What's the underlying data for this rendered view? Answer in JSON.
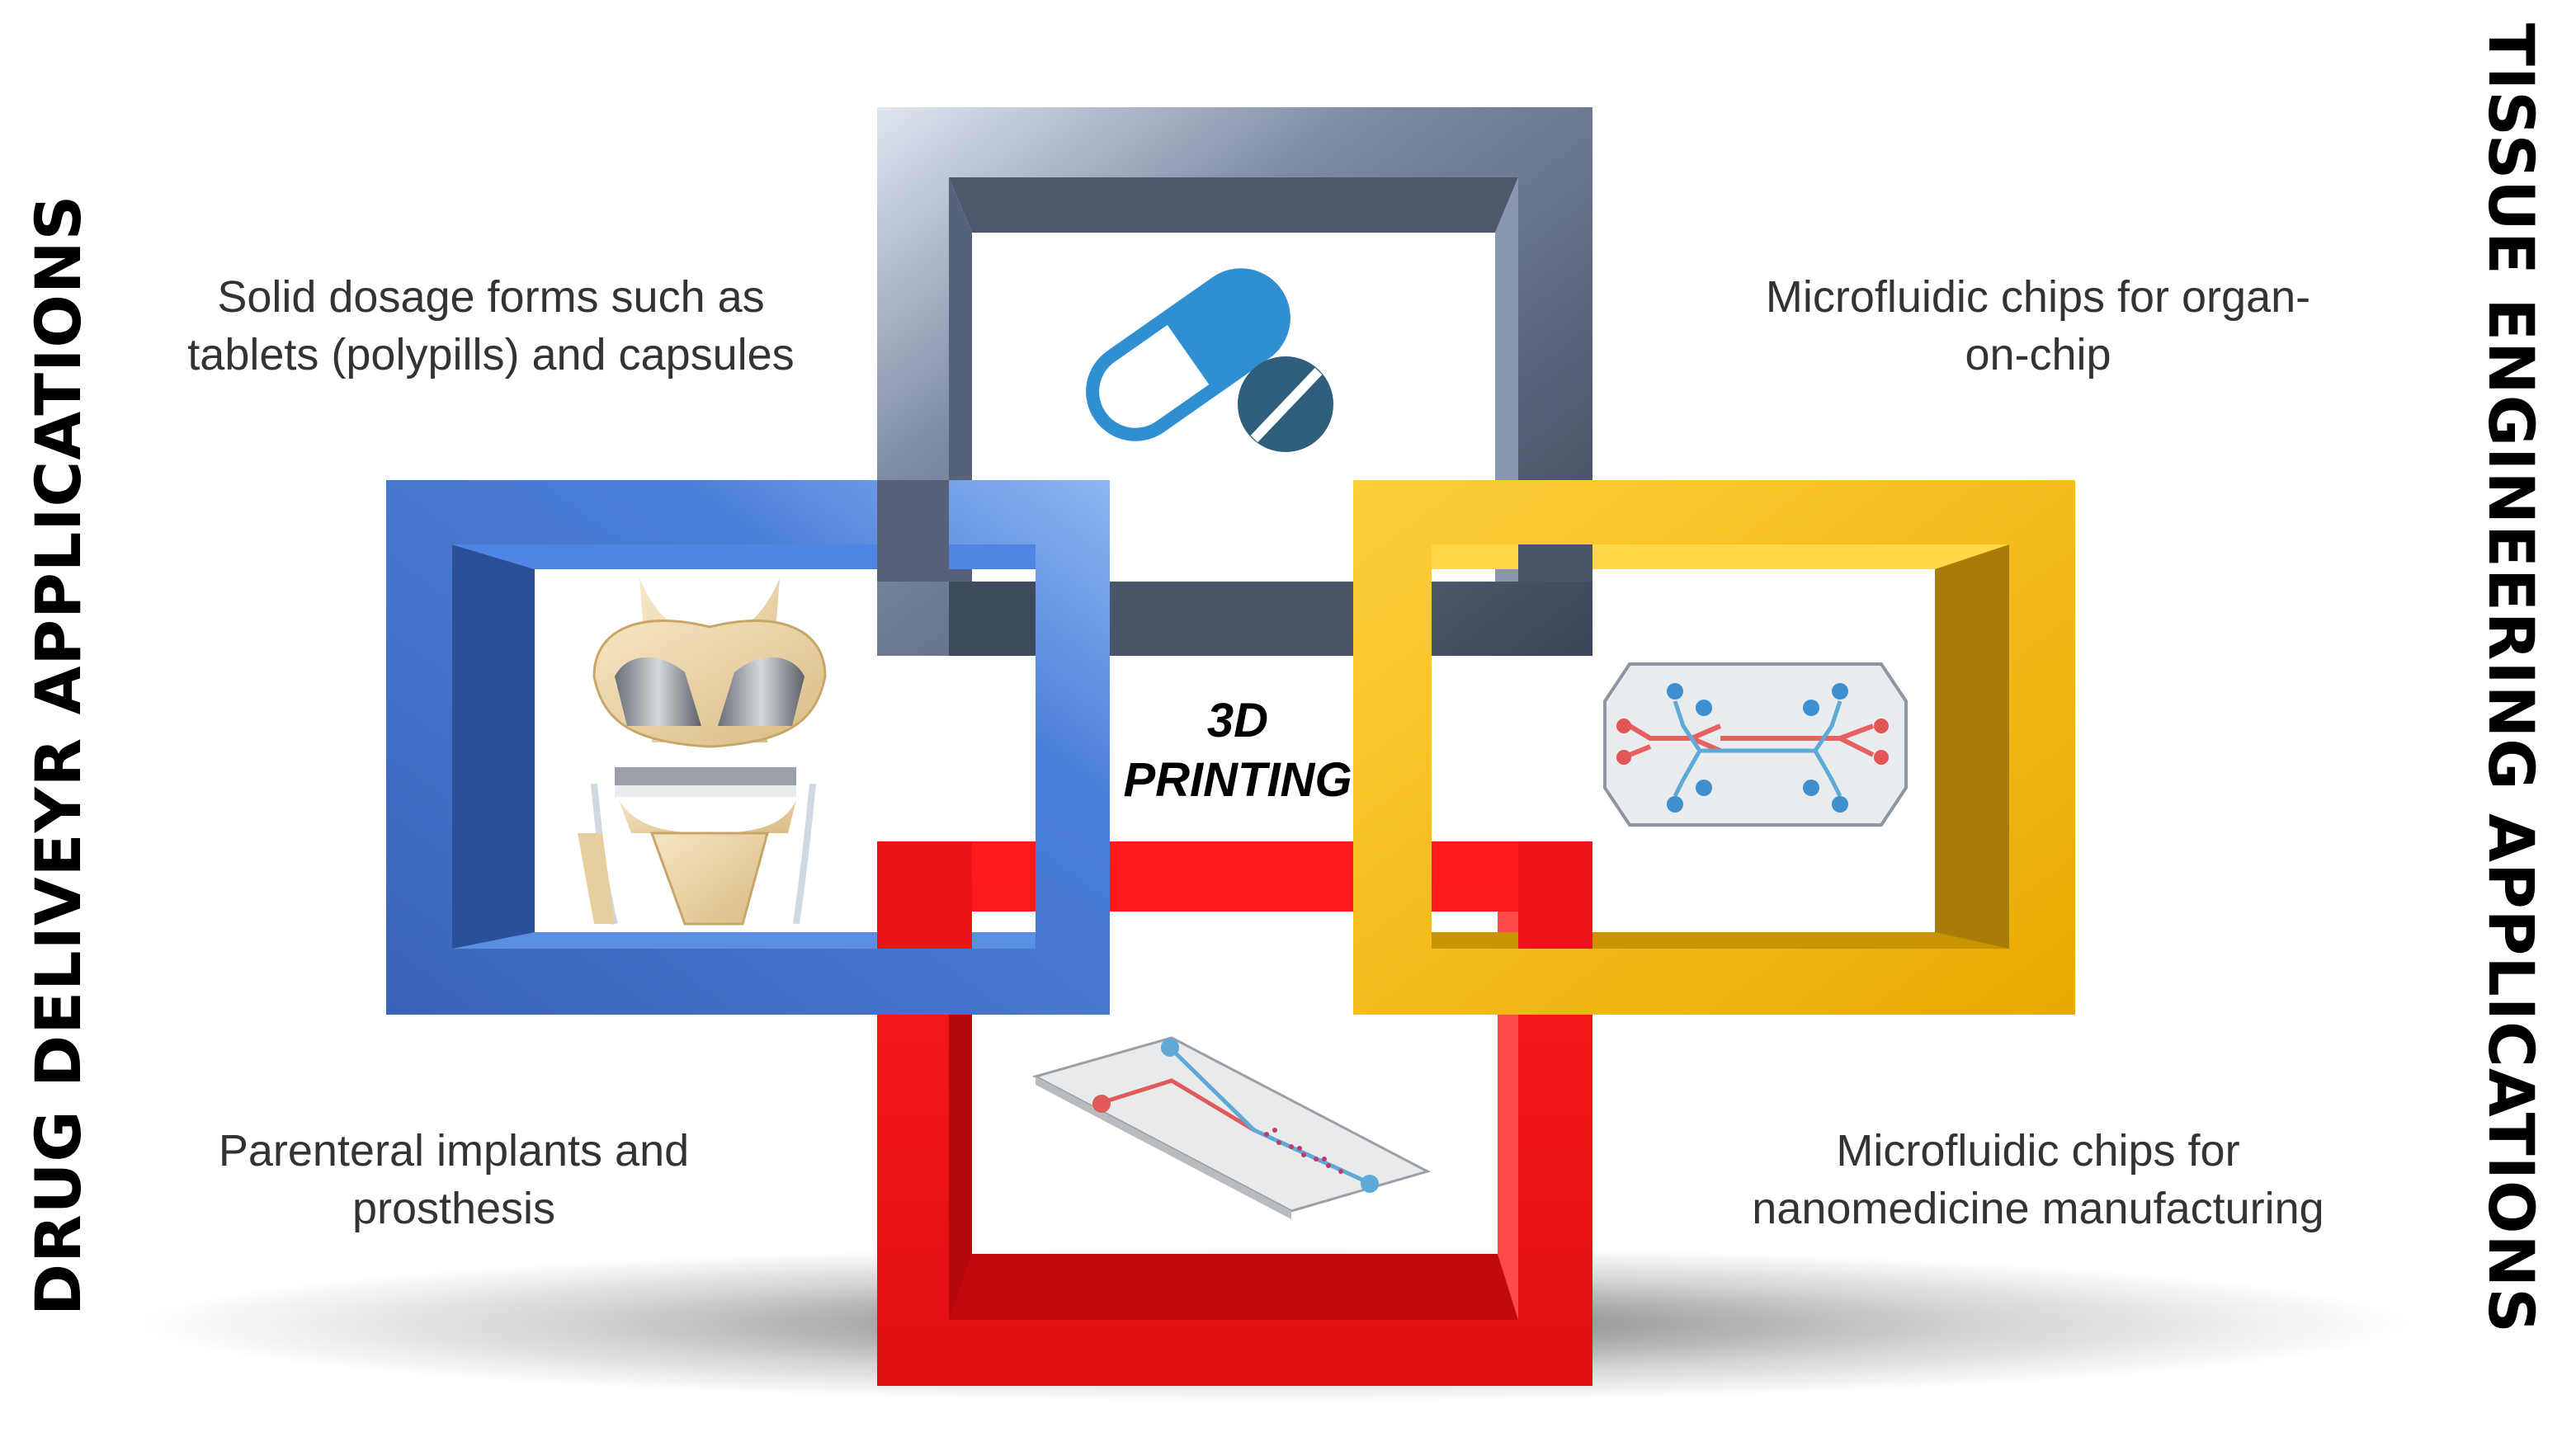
{
  "side_titles": {
    "left": "DRUG DELIVEYR APPLICATIONS",
    "right": "TISSUE ENGINEERING APPLICATIONS"
  },
  "center": {
    "line1": "3D",
    "line2": "PRINTING"
  },
  "captions": {
    "top_left": [
      "Solid dosage forms such as",
      "tablets (polypills) and capsules"
    ],
    "top_right": [
      "Microfluidic chips for organ-",
      "on-chip"
    ],
    "bottom_left": [
      "Parenteral implants and",
      "prosthesis"
    ],
    "bottom_right": [
      "Microfluidic chips for",
      "nanomedicine manufacturing"
    ]
  },
  "frames": {
    "top": {
      "icon": "pill-capsule-tablet-icon",
      "color": "#3E4A5E"
    },
    "left": {
      "icon": "knee-implant-icon",
      "color": "#3E6CC3"
    },
    "right": {
      "icon": "organ-on-chip-icon",
      "color": "#F0B400"
    },
    "bottom": {
      "icon": "nanomedicine-chip-icon",
      "color": "#E8141B"
    }
  }
}
